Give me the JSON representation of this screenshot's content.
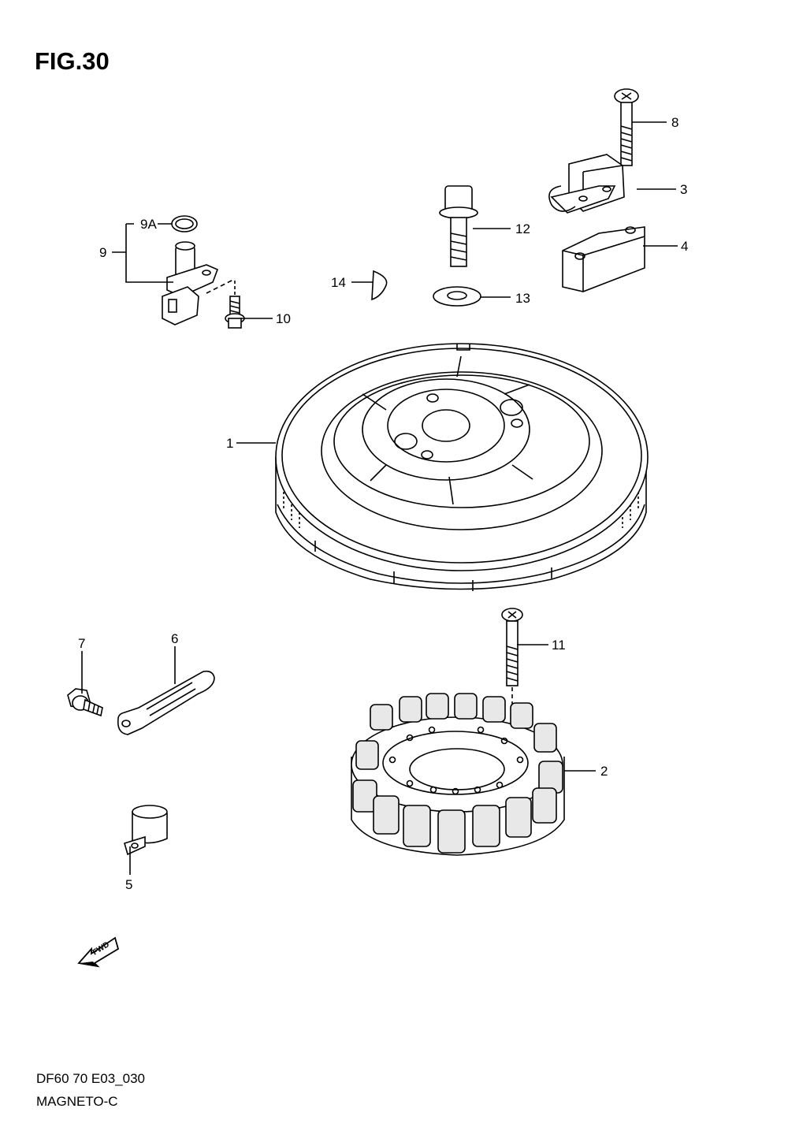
{
  "figure": {
    "title": "FIG.30",
    "code": "DF60 70 E03_030",
    "name": "MAGNETO-C",
    "fwd_label": "FWD"
  },
  "callouts": {
    "c1": "1",
    "c2": "2",
    "c3": "3",
    "c4": "4",
    "c5": "5",
    "c6": "6",
    "c7": "7",
    "c8": "8",
    "c9": "9",
    "c9a": "9A",
    "c10": "10",
    "c11": "11",
    "c12": "12",
    "c13": "13",
    "c14": "14"
  },
  "parts": {
    "p1": "flywheel-rotor",
    "p2": "stator-coil",
    "p3": "pulser-coil",
    "p4": "spacer-block",
    "p5": "clamp",
    "p6": "lead-wire-clamp",
    "p7": "flange-bolt",
    "p8": "screw",
    "p9": "sensor",
    "p9a": "o-ring",
    "p10": "bolt",
    "p11": "screw",
    "p12": "flange-bolt",
    "p13": "washer",
    "p14": "key"
  }
}
